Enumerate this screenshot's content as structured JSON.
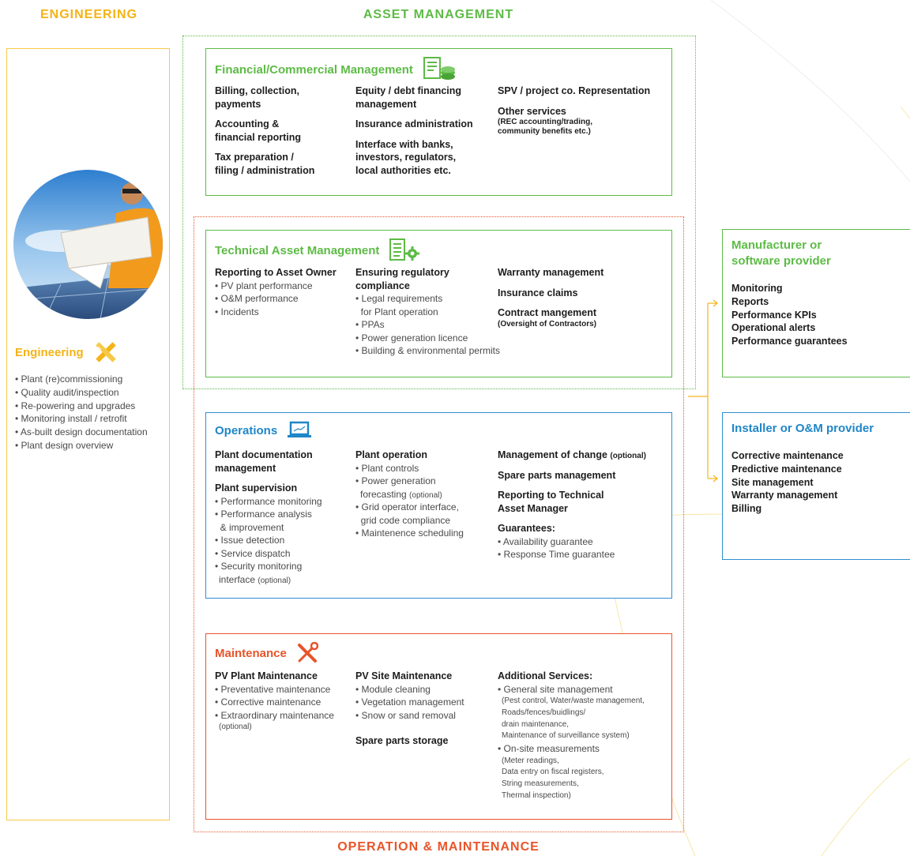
{
  "headings": {
    "engineering": "ENGINEERING",
    "asset_management": "ASSET MANAGEMENT",
    "operation_maintenance": "OPERATION & MAINTENANCE"
  },
  "colors": {
    "engineering": "#f5b316",
    "asset_management": "#5dbb46",
    "operations": "#1f86c8",
    "maintenance": "#e8542a"
  },
  "engineering": {
    "title": "Engineering",
    "icon": "pencil-ruler-icon",
    "items": [
      "• Plant (re)commissioning",
      "• Quality audit/inspection",
      "• Re-powering and upgrades",
      "• Monitoring install / retrofit",
      "• As-built design documentation",
      "• Plant design overview"
    ]
  },
  "financial": {
    "title": "Financial/Commercial Management",
    "icon": "invoice-coins-icon",
    "col1": [
      "Billing, collection,",
      "payments",
      "Accounting &",
      "financial reporting",
      "Tax preparation /",
      "filing / administration"
    ],
    "col2": [
      "Equity / debt financing",
      "management",
      "Insurance administration",
      "Interface with banks,",
      "investors, regulators,",
      "local authorities etc."
    ],
    "col3_a": "SPV / project co. Representation",
    "col3_b": "Other services",
    "col3_c": "(REC accounting/trading,",
    "col3_d": "community benefits etc.)"
  },
  "technical": {
    "title": "Technical Asset Management",
    "icon": "checklist-gear-icon",
    "col1_head": "Reporting to Asset Owner",
    "col1_items": [
      "• PV plant performance",
      "• O&M performance",
      "• Incidents"
    ],
    "col2_head1": "Ensuring regulatory",
    "col2_head2": "compliance",
    "col2_items": [
      "• Legal requirements",
      "  for Plant operation",
      "• PPAs",
      "• Power generation licence",
      "• Building & environmental permits"
    ],
    "col3_a": "Warranty management",
    "col3_b": "Insurance claims",
    "col3_c": "Contract mangement",
    "col3_d": "(Oversight of Contractors)"
  },
  "operations": {
    "title": "Operations",
    "icon": "laptop-chart-icon",
    "col1_head1": "Plant documentation",
    "col1_head2": "management",
    "col1_head3": "Plant supervision",
    "col1_items": [
      "• Performance monitoring",
      "• Performance analysis",
      "  & improvement",
      "• Issue detection",
      "• Service dispatch",
      "• Security monitoring"
    ],
    "col1_last": "interface",
    "col1_last_opt": "(optional)",
    "col2_head": "Plant operation",
    "col2_items": [
      "• Plant controls",
      "• Power generation"
    ],
    "col2_forecast": "forecasting",
    "col2_forecast_opt": "(optional)",
    "col2_items2": [
      "• Grid operator interface,",
      "  grid code compliance",
      "• Maintenence scheduling"
    ],
    "col3_a": "Management of change",
    "col3_a_opt": "(optional)",
    "col3_b": "Spare parts management",
    "col3_c1": "Reporting to Technical",
    "col3_c2": "Asset Manager",
    "col3_d": "Guarantees:",
    "col3_items": [
      "• Availability guarantee",
      "• Response Time guarantee"
    ]
  },
  "maintenance": {
    "title": "Maintenance",
    "icon": "wrench-screwdriver-icon",
    "col1_head": "PV Plant Maintenance",
    "col1_items": [
      "• Preventative maintenance",
      "• Corrective maintenance",
      "• Extraordinary maintenance"
    ],
    "col1_opt": "(optional)",
    "col2_head": "PV Site Maintenance",
    "col2_items": [
      "• Module cleaning",
      "• Vegetation management",
      "• Snow or sand removal"
    ],
    "col2_b": "Spare parts storage",
    "col3_head": "Additional Services:",
    "col3_gen": "• General site management",
    "col3_gen_detail": [
      "(Pest control, Water/waste management,",
      "Roads/fences/buidlings/",
      "drain maintenance,",
      "Maintenance of surveillance system)"
    ],
    "col3_meas": "• On-site measurements",
    "col3_meas_detail": [
      "(Meter readings,",
      "Data entry on fiscal registers,",
      "String measurements,",
      "Thermal inspection)"
    ]
  },
  "manufacturer": {
    "title1": "Manufacturer or",
    "title2": "software provider",
    "items": [
      "Monitoring",
      "Reports",
      "Performance KPIs",
      "Operational alerts",
      "Performance guarantees"
    ]
  },
  "installer": {
    "title": "Installer or O&M provider",
    "items": [
      "Corrective maintenance",
      "Predictive maintenance",
      "Site management",
      "Warranty management",
      "Billing"
    ]
  }
}
